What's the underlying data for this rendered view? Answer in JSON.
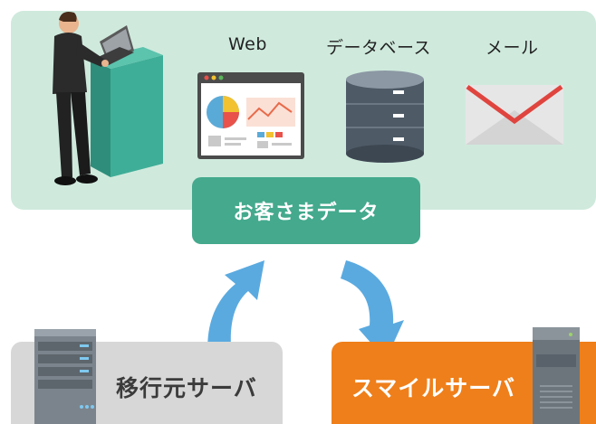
{
  "top": {
    "labels": {
      "web": "Web",
      "database": "データベース",
      "mail": "メール"
    },
    "icons": [
      "person-at-laptop-icon",
      "web-dashboard-icon",
      "database-icon",
      "mail-icon"
    ]
  },
  "center": {
    "customer_data": "お客さまデータ"
  },
  "bottom": {
    "source_server": "移行元サーバ",
    "target_server": "スマイルサーバ",
    "icons": [
      "server-rack-icon",
      "tower-server-icon",
      "up-arrow-icon",
      "down-arrow-icon"
    ]
  },
  "colors": {
    "panel": "#cfeadd",
    "badge": "#44a98d",
    "source_box": "#d6d7d6",
    "target_box": "#ef7f1a",
    "arrow": "#5aaae0"
  }
}
